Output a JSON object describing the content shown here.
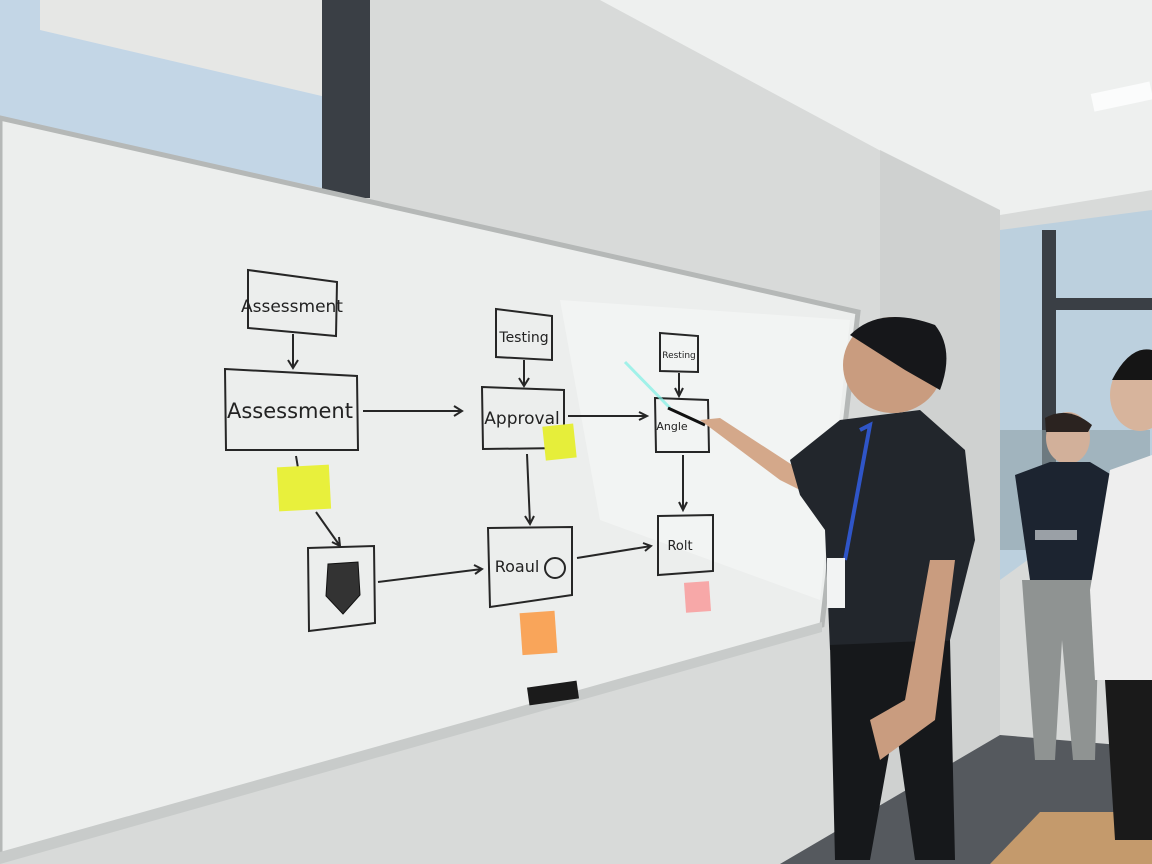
{
  "whiteboard": {
    "boxes": [
      {
        "label": "Assessment"
      },
      {
        "label": "Assessment"
      },
      {
        "label": "Testing"
      },
      {
        "label": "Approval"
      },
      {
        "label": "Resting"
      },
      {
        "label": "Angle"
      },
      {
        "label": "Roaul"
      },
      {
        "label": "Rolt"
      }
    ],
    "sticky_notes": [
      {
        "color": "#e8f03c"
      },
      {
        "color": "#e6ee3a"
      },
      {
        "color": "#f9a55a"
      },
      {
        "color": "#f7a8a8"
      }
    ]
  },
  "colors": {
    "wall": "#dcdedd",
    "board": "#eceeed",
    "marker": "#262626",
    "shirt": "#22262c",
    "lanyard": "#2f55c8"
  }
}
